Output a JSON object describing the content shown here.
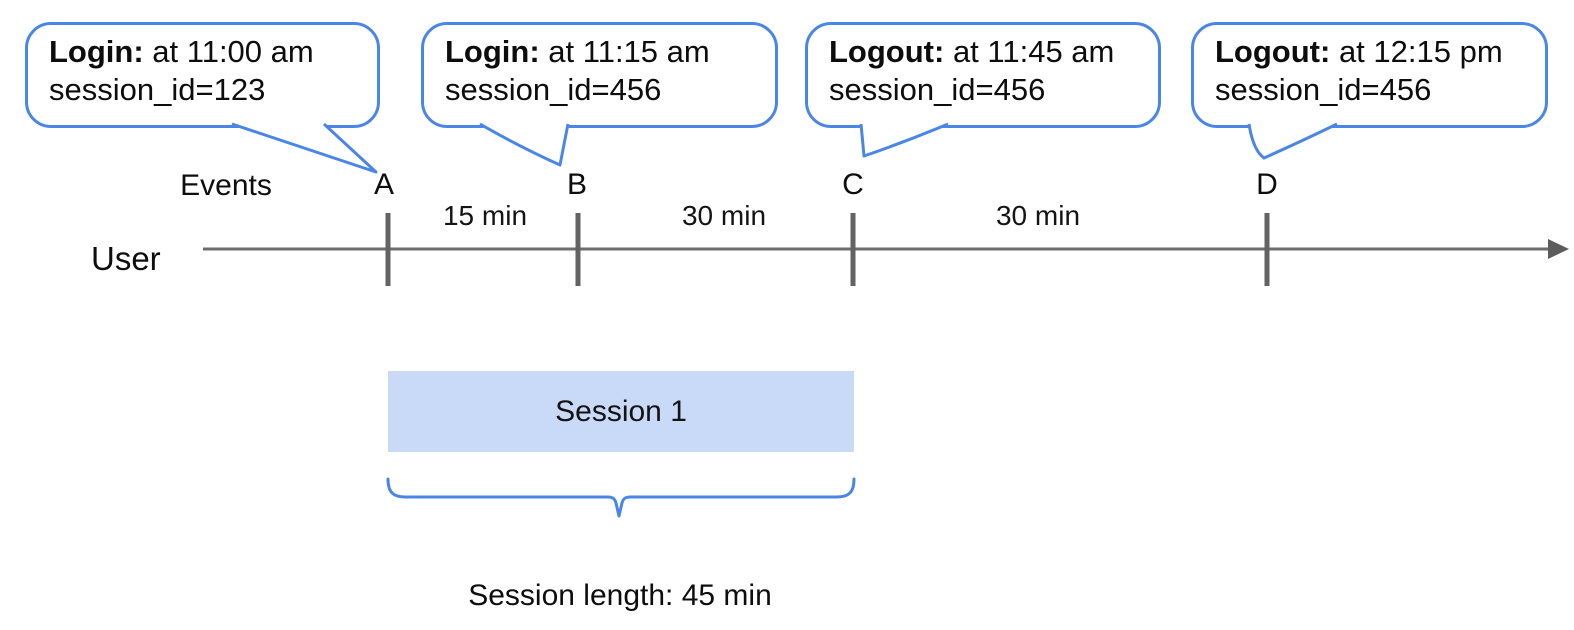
{
  "colors": {
    "accent_blue": "#4a86e8",
    "session_box_fill": "#c9daf8",
    "timeline_gray": "#6e6e6e",
    "tick_gray": "#636363",
    "text_black": "#0d0d0d"
  },
  "callouts": [
    {
      "label": "Login:",
      "time_text": " at 11:00 am",
      "session_text": "session_id=123"
    },
    {
      "label": "Login:",
      "time_text": " at 11:15 am",
      "session_text": "session_id=456"
    },
    {
      "label": "Logout:",
      "time_text": " at 11:45 am",
      "session_text": "session_id=456"
    },
    {
      "label": "Logout:",
      "time_text": " at 12:15 pm",
      "session_text": "session_id=456"
    }
  ],
  "timeline": {
    "events_label": "Events",
    "user_label": "User",
    "event_markers": [
      "A",
      "B",
      "C",
      "D"
    ],
    "intervals": [
      "15 min",
      "30 min",
      "30 min"
    ]
  },
  "session": {
    "box_label": "Session 1",
    "length_label": "Session length: 45 min"
  }
}
